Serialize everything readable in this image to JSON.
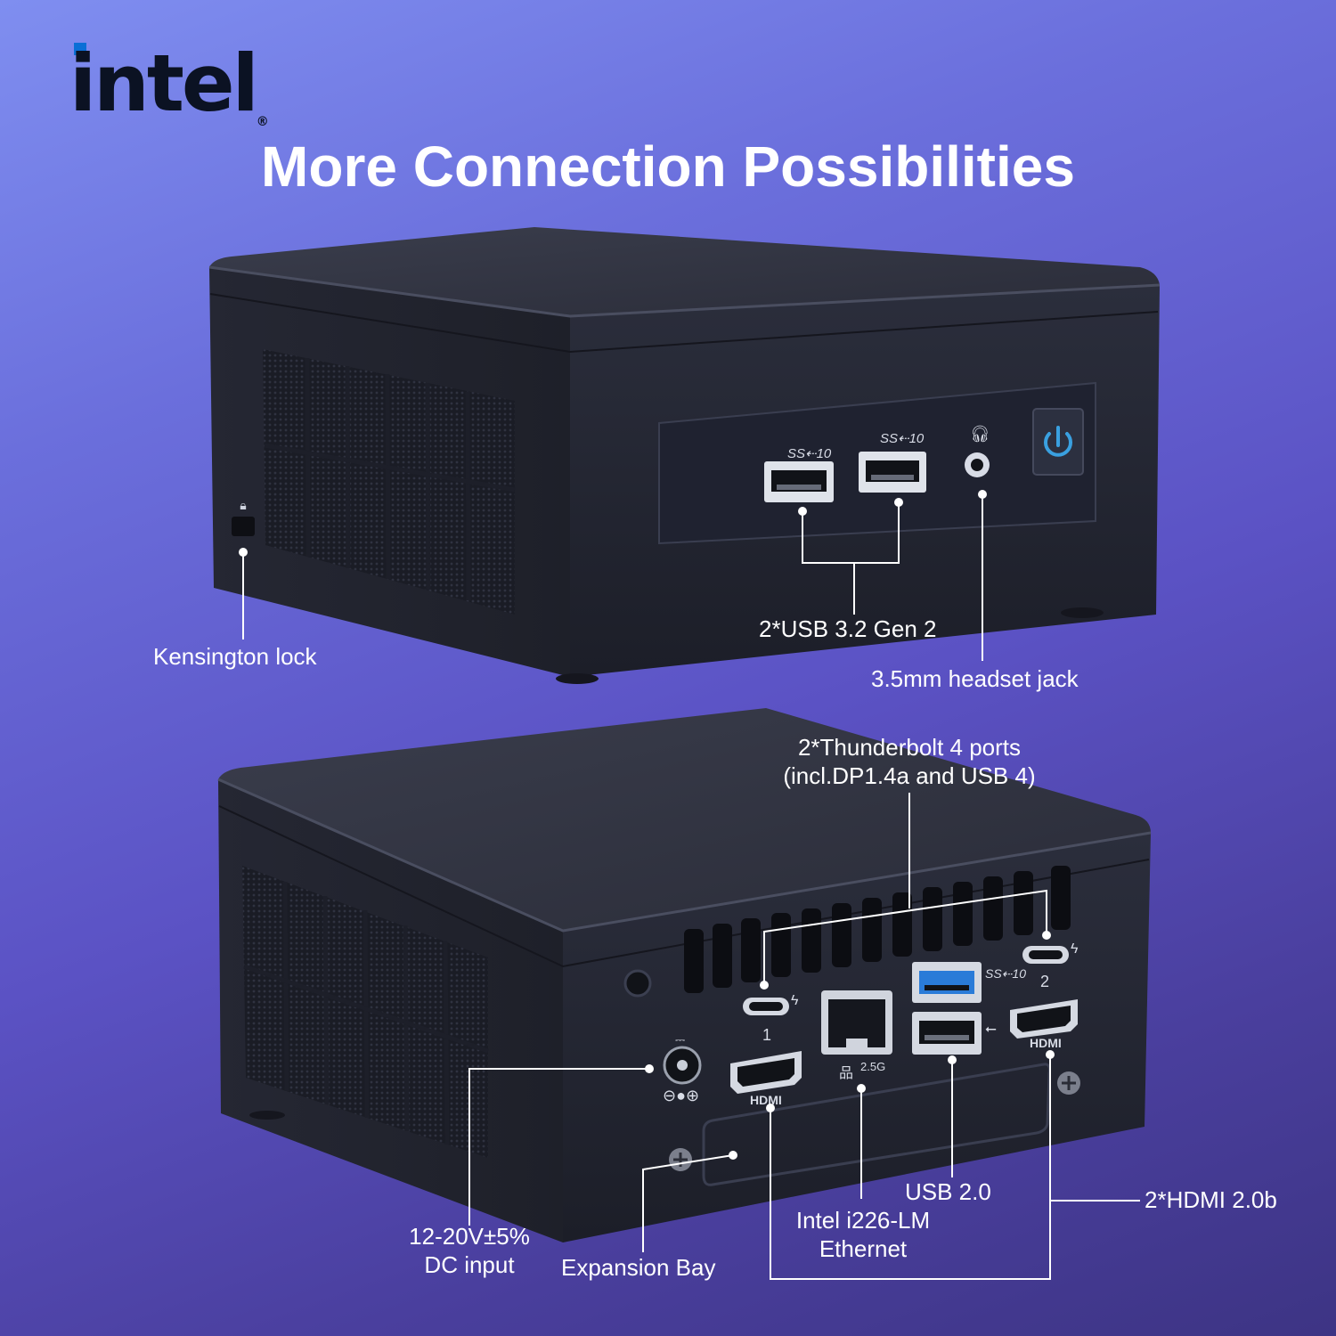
{
  "brand": {
    "logo_text": "intel",
    "logo_mark": "®"
  },
  "headline": "More Connection Possibilities",
  "labels": {
    "kensington_lock": "Kensington lock",
    "usb_front": "2*USB 3.2 Gen 2",
    "headset_jack": "3.5mm headset jack",
    "thunderbolt_line1": "2*Thunderbolt 4 ports",
    "thunderbolt_line2": "(incl.DP1.4a and USB 4)",
    "dc_line1": "12-20V±5%",
    "dc_line2": "DC input",
    "expansion_bay": "Expansion Bay",
    "ethernet_line1": "Intel i226-LM",
    "ethernet_line2": "Ethernet",
    "usb_rear": "USB 2.0",
    "hdmi": "2*HDMI 2.0b"
  },
  "port_marks": {
    "ss10": "SS⇠10",
    "tb_1": "1",
    "tb_2": "2",
    "hdmi": "HDMI",
    "lan": "2.5G"
  },
  "colors": {
    "power_button": "#3aa0e0",
    "usb3_blue": "#2a7bd8"
  }
}
